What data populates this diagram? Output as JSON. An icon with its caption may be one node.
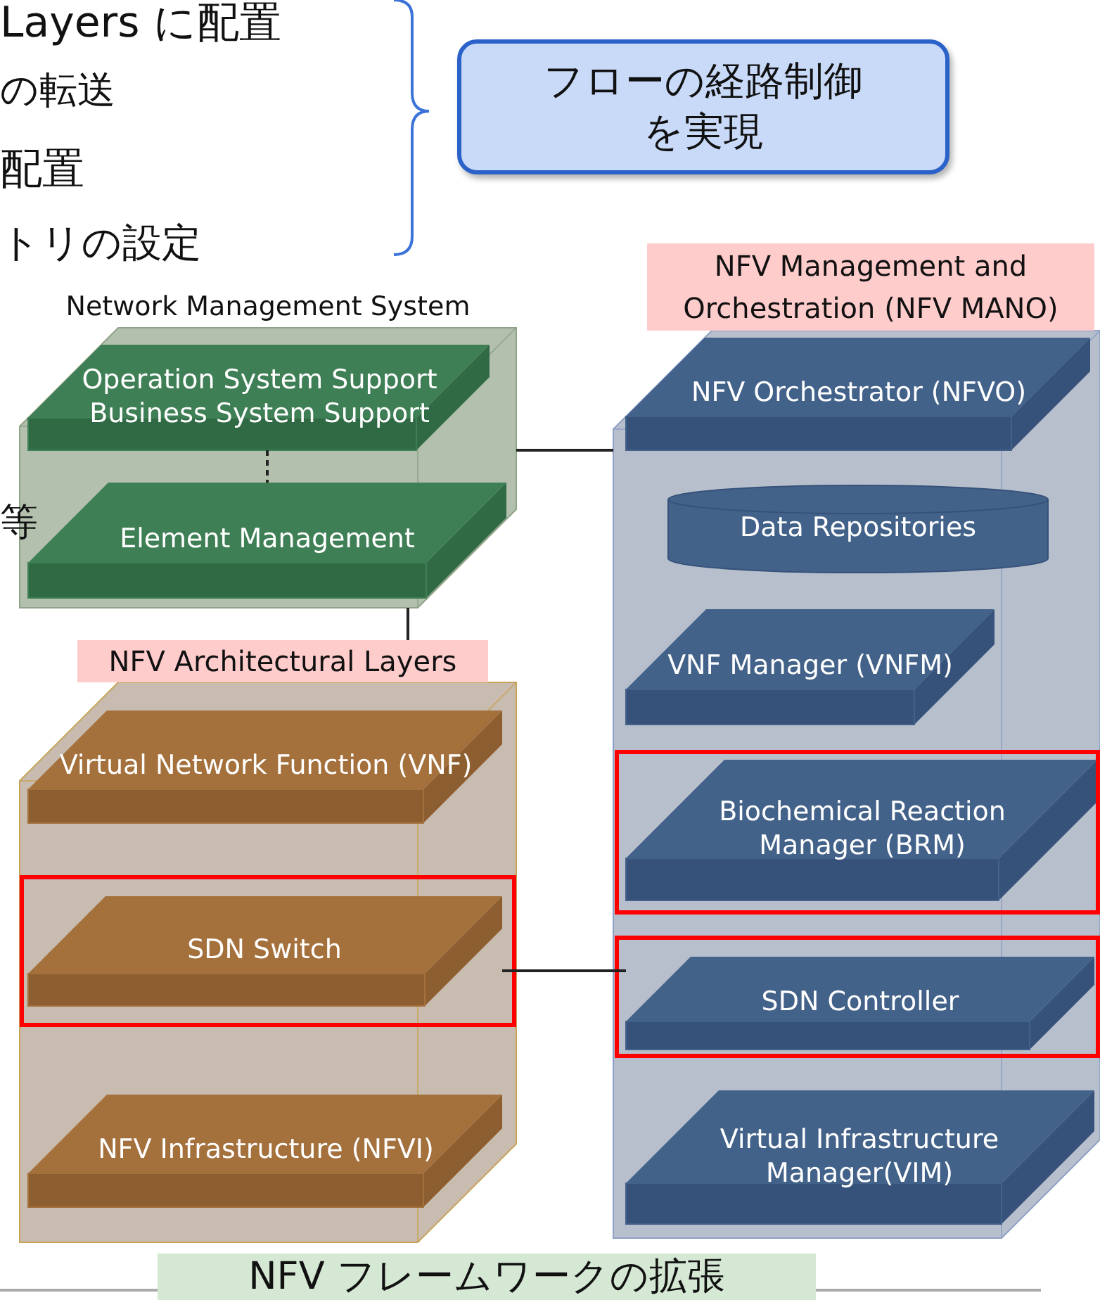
{
  "diagram": {
    "caption": "NFV フレームワークの拡張",
    "nodes": [
      {
        "text": [
          "Network Management System"
        ]
      },
      {
        "text": [
          "Operation System Support Business System Support"
        ],
        "in": 0
      },
      {
        "text": [
          "Element Management"
        ],
        "in": 0
      },
      {
        "text": [
          "NFV Management and Orchestration (NFV MANO)"
        ]
      },
      {
        "text": [
          "NFV Orchestrator (NFVO)"
        ],
        "in": 3
      },
      {
        "text": [
          "Data Repositories"
        ],
        "in": 3
      },
      {
        "text": [
          "VNF Manager (VNFM)"
        ],
        "in": 3
      },
      {
        "text": [
          "Biochemical Reaction Manager (BRM)"
        ],
        "in": 3
      },
      {
        "text": [
          "SDN Controller"
        ],
        "in": 3
      },
      {
        "text": [
          "Virtual Infrastructure Manager(VIM)"
        ],
        "in": 3
      },
      {
        "text": [
          "NFV Architectural Layers"
        ]
      },
      {
        "text": [
          "Virtual Network Function (VNF)"
        ],
        "in": 10
      },
      {
        "text": [
          "SDN Switch"
        ],
        "in": 10
      },
      {
        "text": [
          "NFV Infrastructure (NFVI)"
        ],
        "in": 10
      },
      {
        "text": [
          "フローの経路制御を実現"
        ]
      }
    ],
    "edges": [
      {
        "from": 1,
        "to": 2,
        "arrow": "none",
        "style": "dashed"
      },
      {
        "from": 0,
        "to": 3,
        "arrow": "none"
      },
      {
        "from": 0,
        "to": 10,
        "arrow": "none"
      },
      {
        "from": 12,
        "to": 8,
        "arrow": "none"
      }
    ],
    "labels": [
      "Layers に配置",
      "の転送",
      "配置",
      "トリの設定",
      "等"
    ]
  }
}
